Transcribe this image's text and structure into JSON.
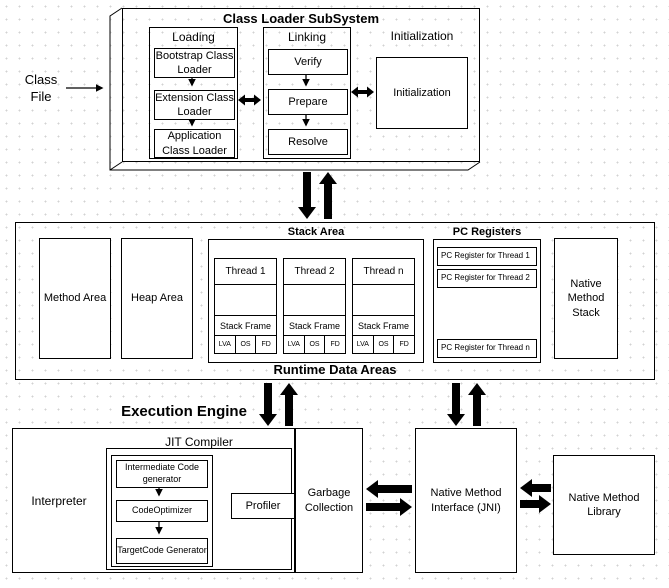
{
  "class_file": {
    "label": "Class File"
  },
  "class_loader": {
    "title": "Class Loader SubSystem",
    "loading": {
      "title": "Loading",
      "items": [
        "Bootstrap Class Loader",
        "Extension Class Loader",
        "Application Class Loader"
      ]
    },
    "linking": {
      "title": "Linking",
      "items": [
        "Verify",
        "Prepare",
        "Resolve"
      ]
    },
    "initialization": {
      "title": "Initialization",
      "box_label": "Initialization"
    }
  },
  "runtime": {
    "title": "Runtime Data Areas",
    "method_area": "Method Area",
    "heap_area": "Heap Area",
    "stack_area": {
      "title": "Stack Area",
      "threads": [
        {
          "name": "Thread 1",
          "frame_label": "Stack Frame",
          "cells": [
            "LVA",
            "OS",
            "FD"
          ]
        },
        {
          "name": "Thread 2",
          "frame_label": "Stack Frame",
          "cells": [
            "LVA",
            "OS",
            "FD"
          ]
        },
        {
          "name": "Thread n",
          "frame_label": "Stack Frame",
          "cells": [
            "LVA",
            "OS",
            "FD"
          ]
        }
      ]
    },
    "pc_registers": {
      "title": "PC Registers",
      "items": [
        "PC Register for Thread 1",
        "PC Register for Thread 2",
        "PC Register for Thread n"
      ]
    },
    "native_method_stack": "Native Method Stack"
  },
  "execution": {
    "title": "Execution Engine",
    "interpreter": "Interpreter",
    "jit": {
      "title": "JIT Compiler",
      "items": [
        "Intermediate Code generator",
        "CodeOptimizer",
        "TargetCode Generator"
      ]
    },
    "profiler": "Profiler",
    "garbage_collection": "Garbage Collection",
    "jni": "Native Method Interface (JNI)",
    "native_method_library": "Native Method Library"
  }
}
